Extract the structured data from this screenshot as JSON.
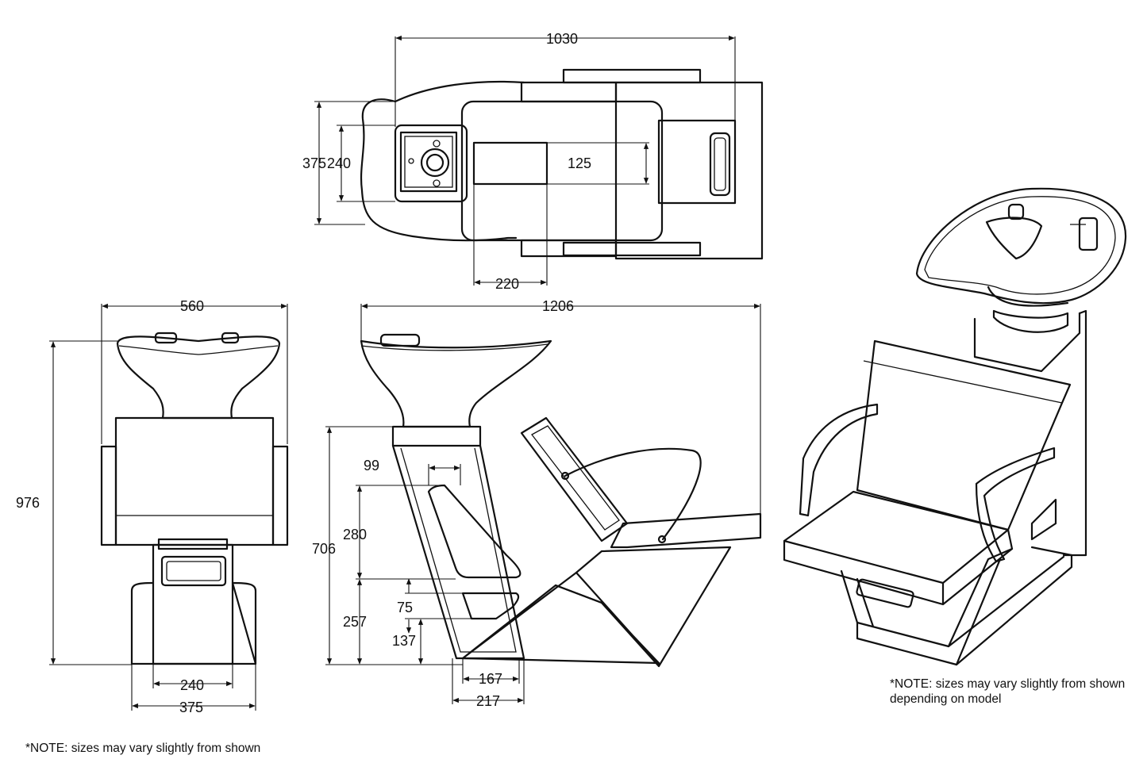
{
  "colors": {
    "line": "#111111",
    "background": "#ffffff"
  },
  "dimensions": {
    "top_width": "1030",
    "top_outer_depth": "375",
    "top_inner_depth": "240",
    "top_pad_depth": "125",
    "top_pad_width": "220",
    "front_width": "560",
    "front_height": "976",
    "front_base_inner": "240",
    "front_base_outer": "375",
    "side_length": "1206",
    "side_height": "706",
    "side_99": "99",
    "side_280": "280",
    "side_257": "257",
    "side_75": "75",
    "side_137": "137",
    "side_167": "167",
    "side_217": "217"
  },
  "notes": {
    "bottom": "*NOTE: sizes may vary slightly from shown",
    "right": "*NOTE: sizes may vary slightly from shown depending on model"
  }
}
